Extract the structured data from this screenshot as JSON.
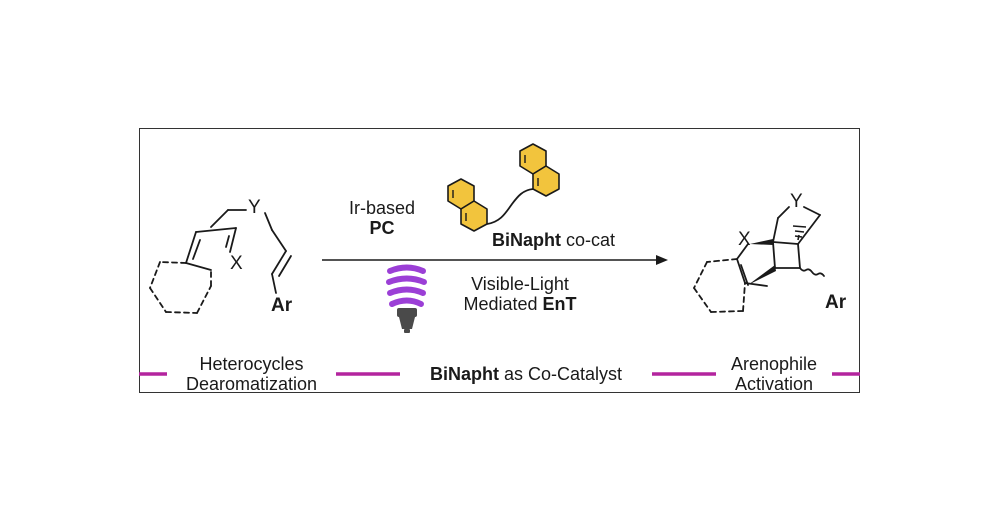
{
  "reactant": {
    "atom_y": "Y",
    "atom_x": "X",
    "group_ar": "Ar"
  },
  "product": {
    "atom_y": "Y",
    "atom_x": "X",
    "group_ar": "Ar"
  },
  "conditions": {
    "pc_line1": "Ir-based",
    "pc_line2": "PC",
    "cocat_bold": "BiNapht",
    "cocat_rest": " co-cat",
    "light_line1": "Visible-Light",
    "light_line2_a": "Mediated ",
    "light_line2_b": "EnT"
  },
  "footer": {
    "left_line1": "Heterocycles",
    "left_line2": "Dearomatization",
    "center_bold": "BiNapht",
    "center_rest": " as Co-Catalyst",
    "right_line1": "Arenophile",
    "right_line2": "Activation"
  },
  "colors": {
    "accent_magenta": "#b3249e",
    "naphthalene_fill": "#f2c43d",
    "bulb_purple": "#9b3fd6",
    "bulb_base": "#4a4a4a",
    "frame": "#333333"
  },
  "icons": {
    "light": "lightbulb-icon"
  }
}
